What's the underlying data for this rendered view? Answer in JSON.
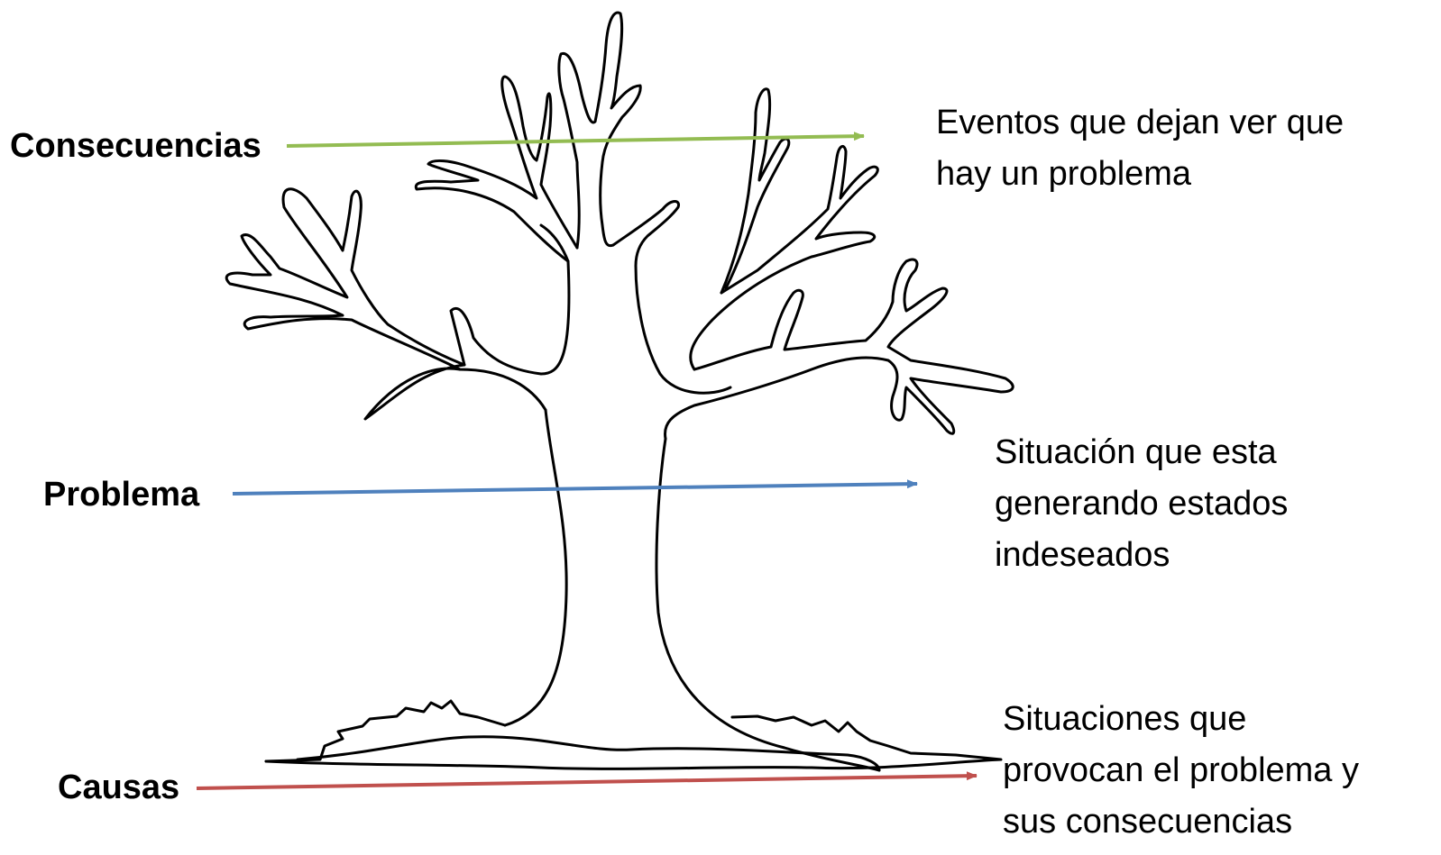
{
  "labels": {
    "consequences": "Consecuencias",
    "problem": "Problema",
    "causes": "Causas"
  },
  "descriptions": {
    "consequences": "Eventos que dejan ver que\nhay un problema",
    "problem": "Situación que esta\ngenerando estados\nindeseados",
    "causes": "Situaciones que\nprovocan el problema y\nsus consecuencias"
  },
  "colors": {
    "consequences_arrow": "#93bc52",
    "problem_arrow": "#4f81bd",
    "causes_arrow": "#c0504d",
    "tree_outline": "#000000"
  },
  "icons": {
    "tree": "tree-outline-icon"
  }
}
